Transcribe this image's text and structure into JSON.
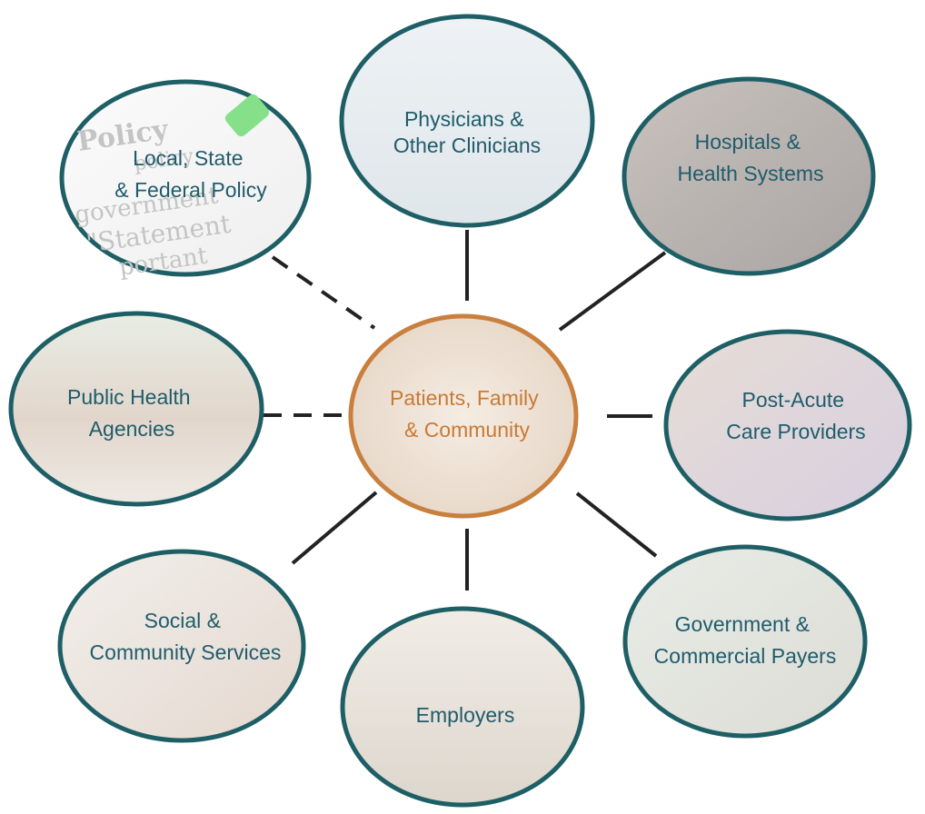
{
  "center": {
    "label_lines": [
      "Patients, Family",
      "& Community"
    ]
  },
  "nodes": [
    {
      "id": "physicians",
      "label_lines": [
        "Physicians &",
        "Other Clinicians"
      ],
      "link": "solid"
    },
    {
      "id": "hospitals",
      "label_lines": [
        "Hospitals &",
        "Health Systems"
      ],
      "link": "solid"
    },
    {
      "id": "post-acute",
      "label_lines": [
        "Post-Acute",
        "Care Providers"
      ],
      "link": "solid"
    },
    {
      "id": "payers",
      "label_lines": [
        "Government &",
        "Commercial Payers"
      ],
      "link": "solid"
    },
    {
      "id": "employers",
      "label_lines": [
        "Employers"
      ],
      "link": "solid"
    },
    {
      "id": "social-services",
      "label_lines": [
        "Social &",
        "Community Services"
      ],
      "link": "solid"
    },
    {
      "id": "public-health",
      "label_lines": [
        "Public Health",
        "Agencies"
      ],
      "link": "dashed"
    },
    {
      "id": "policy",
      "label_lines": [
        "Local, State",
        "& Federal Policy"
      ],
      "link": "dashed"
    }
  ],
  "background_text": {
    "policy_snippet_lines": [
      "Policy",
      "policy",
      "government",
      "\"Statement",
      "portant"
    ]
  },
  "colors": {
    "node_border": "#1e5f66",
    "center_border": "#c9803f",
    "node_text": "#1f5c6b",
    "center_text": "#c97a35",
    "connector": "#222222"
  }
}
